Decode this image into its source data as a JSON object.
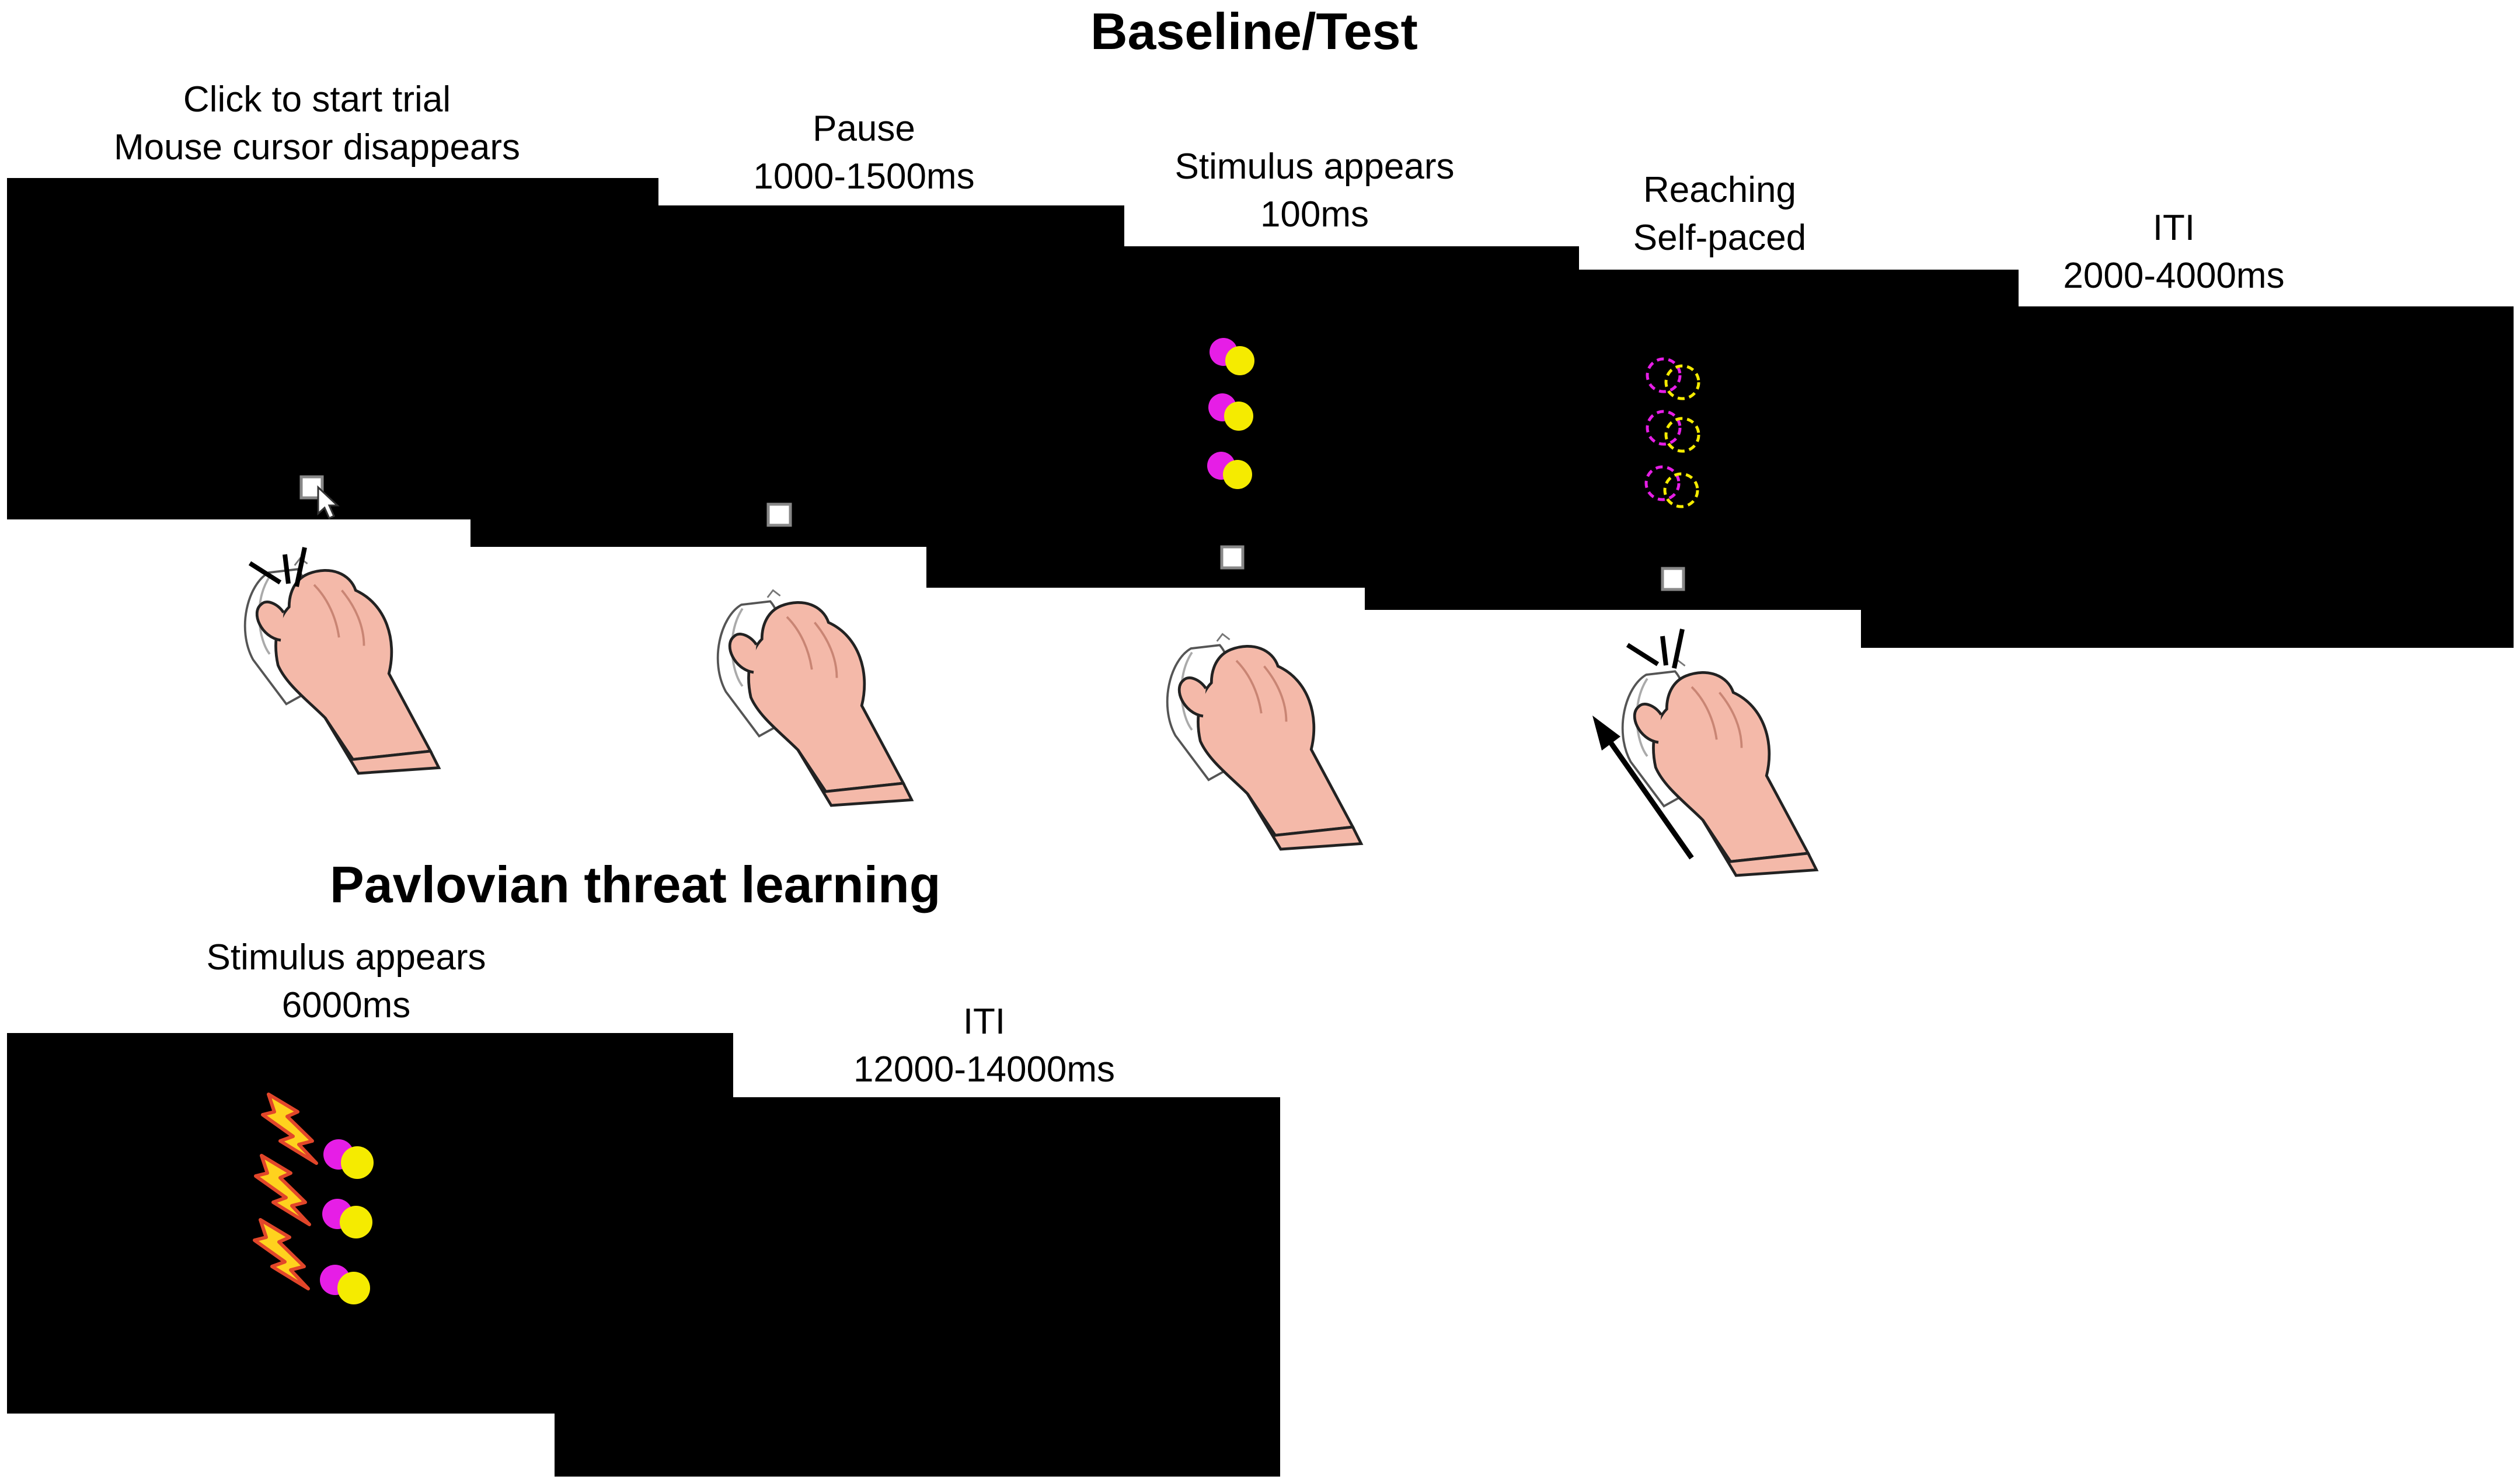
{
  "baseline": {
    "title": "Baseline/Test",
    "steps": [
      {
        "line1": "Click to start trial",
        "line2": "Mouse cursor disappears"
      },
      {
        "line1": "Pause",
        "line2": "1000-1500ms"
      },
      {
        "line1": "Stimulus appears",
        "line2": "100ms"
      },
      {
        "line1": "Reaching",
        "line2": "Self-paced"
      },
      {
        "line1": "ITI",
        "line2": "2000-4000ms"
      }
    ]
  },
  "pavlovian": {
    "title": "Pavlovian threat learning",
    "steps": [
      {
        "line1": "Stimulus appears",
        "line2": "6000ms"
      },
      {
        "line1": "ITI",
        "line2": "12000-14000ms"
      }
    ]
  },
  "icons": [
    "mouse-hand-icon",
    "click-burst-icon",
    "cursor-arrow-icon",
    "start-square-icon",
    "lightning-bolt-icon",
    "movement-arrow-icon"
  ],
  "colors": {
    "screen": "#000000",
    "magenta": "#e61ee6",
    "yellow": "#f5eb00",
    "skin": "#f4b9a9",
    "bolt": "#ffd21e",
    "bolt_outline": "#e2462a"
  }
}
